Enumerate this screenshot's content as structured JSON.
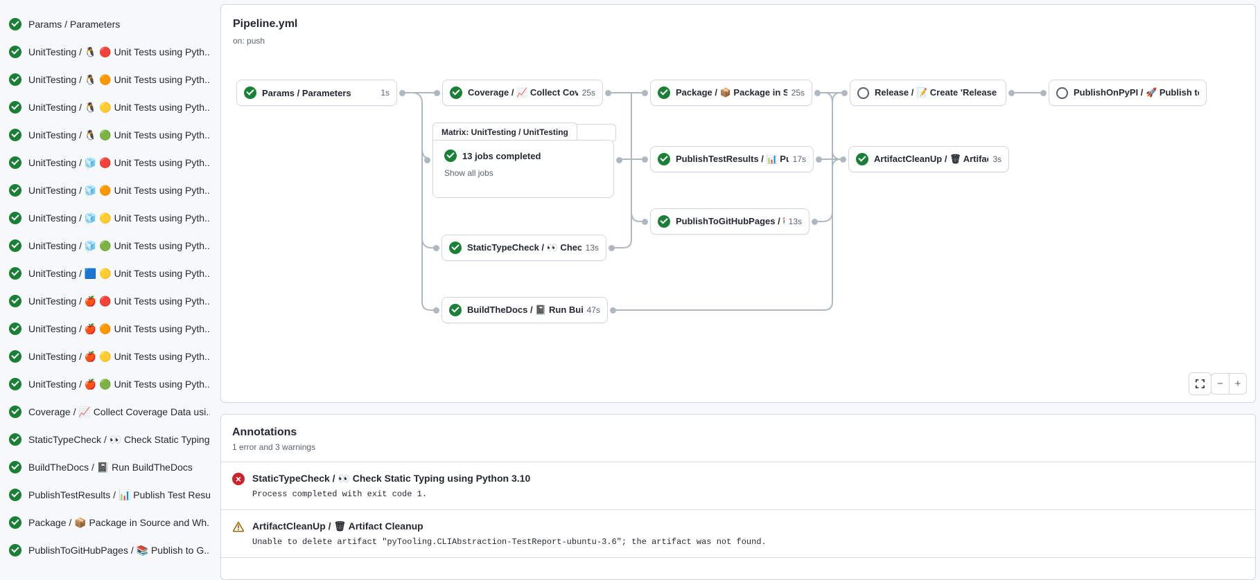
{
  "colors": {
    "background": "#f6f8fa",
    "panel_border": "#d0d7de",
    "success_green": "#1a7f37",
    "error_red": "#cf222e",
    "warning_amber": "#9a6700",
    "edge_gray": "#afb8c1",
    "muted_text": "#59636e"
  },
  "icons": {
    "success": "check-circle-icon",
    "skipped": "circle-outline-icon",
    "error": "x-circle-icon",
    "warning": "alert-triangle-icon",
    "fullscreen": "fullscreen-icon",
    "zoom_in": "plus-icon",
    "zoom_out": "minus-icon"
  },
  "sidebar": {
    "items": [
      {
        "status": "success",
        "label": "Params / Parameters"
      },
      {
        "status": "success",
        "label": "UnitTesting / 🐧 🔴 Unit Tests using Pyth..."
      },
      {
        "status": "success",
        "label": "UnitTesting / 🐧 🟠 Unit Tests using Pyth..."
      },
      {
        "status": "success",
        "label": "UnitTesting / 🐧 🟡 Unit Tests using Pyth..."
      },
      {
        "status": "success",
        "label": "UnitTesting / 🐧 🟢 Unit Tests using Pyth..."
      },
      {
        "status": "success",
        "label": "UnitTesting / 🧊 🔴 Unit Tests using Pyth..."
      },
      {
        "status": "success",
        "label": "UnitTesting / 🧊 🟠 Unit Tests using Pyth..."
      },
      {
        "status": "success",
        "label": "UnitTesting / 🧊 🟡 Unit Tests using Pyth..."
      },
      {
        "status": "success",
        "label": "UnitTesting / 🧊 🟢 Unit Tests using Pyth..."
      },
      {
        "status": "success",
        "label": "UnitTesting / 🟦 🟡 Unit Tests using Pyth..."
      },
      {
        "status": "success",
        "label": "UnitTesting / 🍎 🔴 Unit Tests using Pyth..."
      },
      {
        "status": "success",
        "label": "UnitTesting / 🍎 🟠 Unit Tests using Pyth..."
      },
      {
        "status": "success",
        "label": "UnitTesting / 🍎 🟡 Unit Tests using Pyth..."
      },
      {
        "status": "success",
        "label": "UnitTesting / 🍎 🟢 Unit Tests using Pyth..."
      },
      {
        "status": "success",
        "label": "Coverage / 📈 Collect Coverage Data usi..."
      },
      {
        "status": "success",
        "label": "StaticTypeCheck / 👀 Check Static Typing..."
      },
      {
        "status": "success",
        "label": "BuildTheDocs / 📓 Run BuildTheDocs"
      },
      {
        "status": "success",
        "label": "PublishTestResults / 📊 Publish Test Resu..."
      },
      {
        "status": "success",
        "label": "Package / 📦 Package in Source and Wh..."
      },
      {
        "status": "success",
        "label": "PublishToGitHubPages / 📚 Publish to G..."
      }
    ]
  },
  "graph": {
    "title": "Pipeline.yml",
    "trigger": "on: push",
    "matrix": {
      "label": "Matrix: UnitTesting / UnitTesting",
      "summary": "13 jobs completed",
      "link": "Show all jobs"
    },
    "nodes": [
      {
        "id": "params",
        "status": "success",
        "label": "Params / Parameters",
        "duration": "1s"
      },
      {
        "id": "coverage",
        "status": "success",
        "label": "Coverage / 📈 Collect Cove...",
        "duration": "25s"
      },
      {
        "id": "package",
        "status": "success",
        "label": "Package / 📦 Package in So...",
        "duration": "25s"
      },
      {
        "id": "release",
        "status": "skipped",
        "label": "Release / 📝 Create 'Release P...",
        "duration": ""
      },
      {
        "id": "publish-on-pypi",
        "status": "skipped",
        "label": "PublishOnPyPI / 🚀 Publish to ...",
        "duration": ""
      },
      {
        "id": "publish-test-results",
        "status": "success",
        "label": "PublishTestResults / 📊 Pu...",
        "duration": "17s"
      },
      {
        "id": "artifact-cleanup",
        "status": "success",
        "label": "ArtifactCleanUp / 🗑 Artifac...",
        "duration": "3s"
      },
      {
        "id": "publish-to-github-pages",
        "status": "success",
        "label": "PublishToGitHubPages / 📚 ...",
        "duration": "13s"
      },
      {
        "id": "static-type-check",
        "status": "success",
        "label": "StaticTypeCheck / 👀 Chec...",
        "duration": "13s"
      },
      {
        "id": "build-the-docs",
        "status": "success",
        "label": "BuildTheDocs / 📓 Run Buil...",
        "duration": "47s"
      }
    ],
    "controls": {
      "zoom_out": "−",
      "zoom_in": "+"
    }
  },
  "annotations": {
    "title": "Annotations",
    "summary": "1 error and 3 warnings",
    "items": [
      {
        "type": "error",
        "title": "StaticTypeCheck / 👀 Check Static Typing using Python 3.10",
        "message": "Process completed with exit code 1."
      },
      {
        "type": "warning",
        "title": "ArtifactCleanUp / 🗑 Artifact Cleanup",
        "message": "Unable to delete artifact \"pyTooling.CLIAbstraction-TestReport-ubuntu-3.6\"; the artifact was not found."
      }
    ]
  }
}
